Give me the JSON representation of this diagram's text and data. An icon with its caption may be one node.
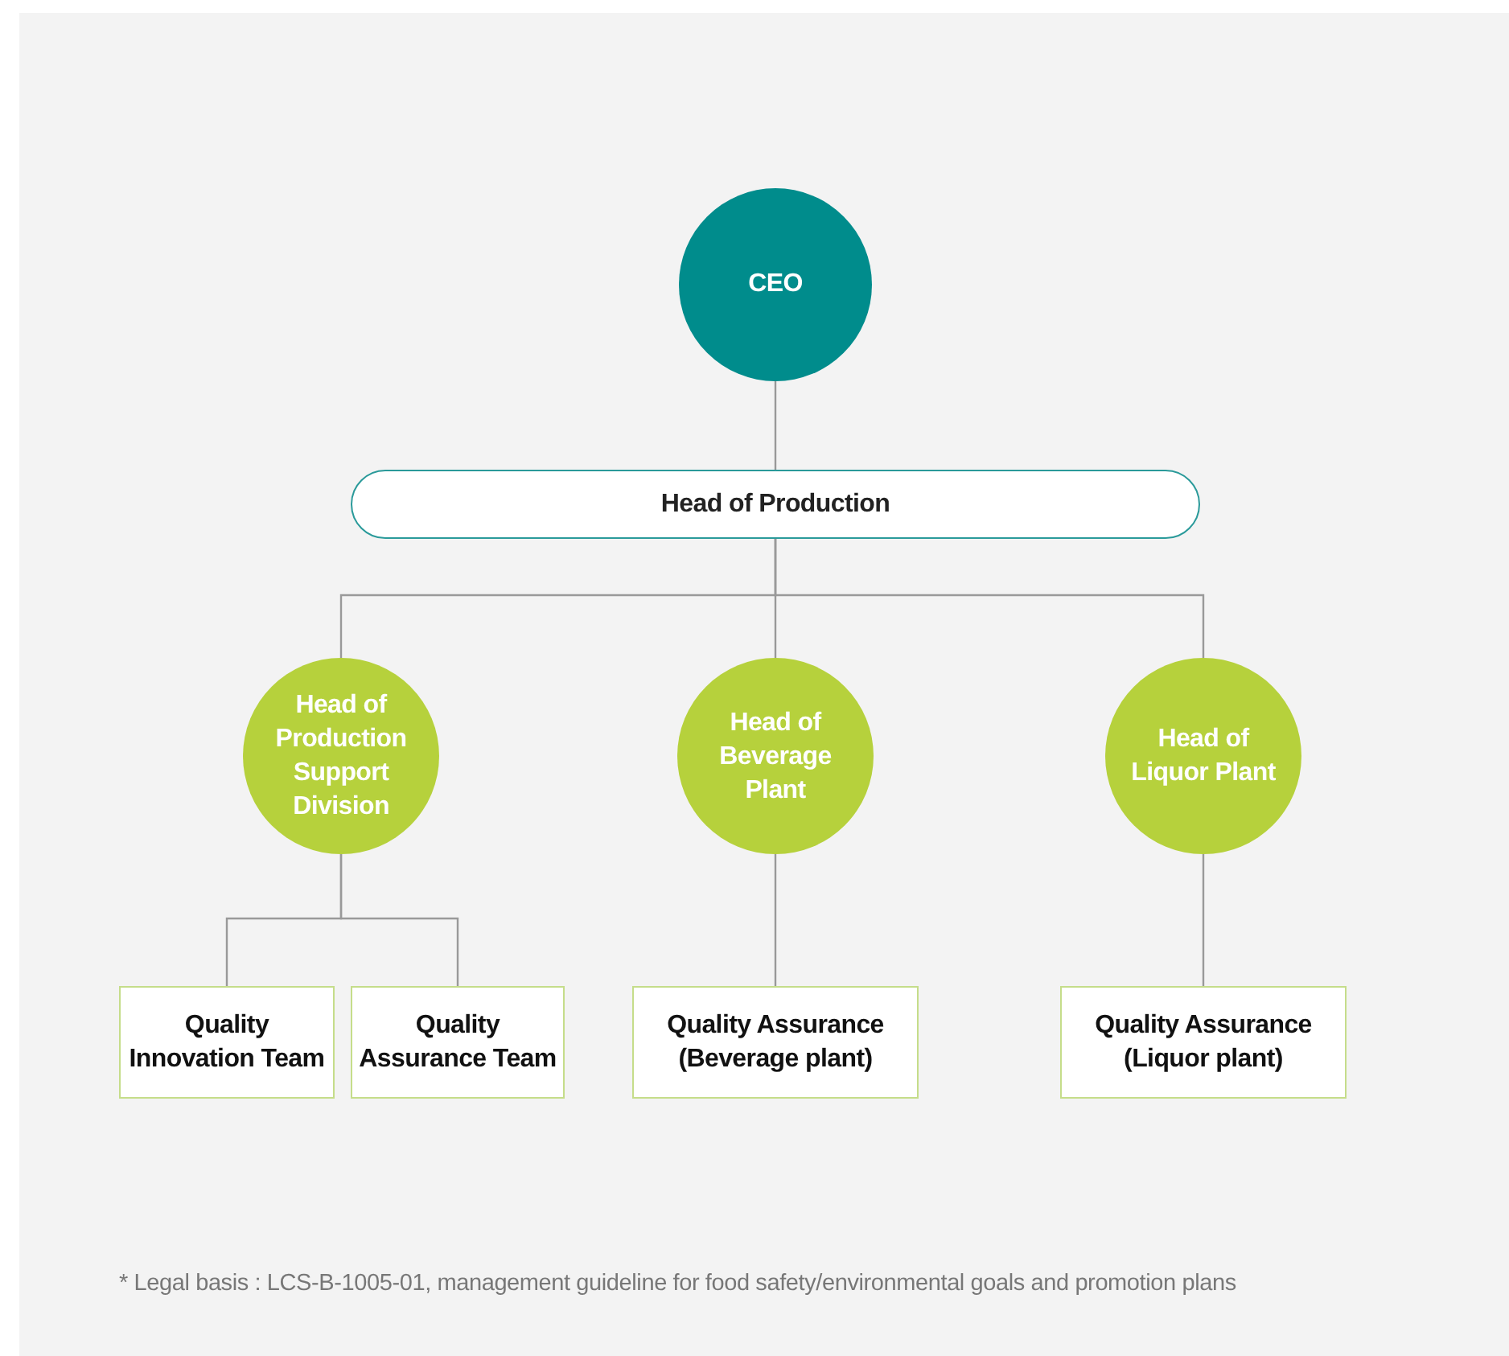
{
  "diagram": {
    "nodes": [
      {
        "text": [
          "CEO"
        ]
      },
      {
        "text": [
          "Head of Production"
        ]
      },
      {
        "text": [
          "Head of Production Support Division"
        ]
      },
      {
        "text": [
          "Head of Beverage Plant"
        ]
      },
      {
        "text": [
          "Head of Liquor Plant"
        ]
      },
      {
        "text": [
          "Quality Innovation Team"
        ]
      },
      {
        "text": [
          "Quality Assurance Team"
        ]
      },
      {
        "text": [
          "Quality Assurance (Beverage plant)"
        ]
      },
      {
        "text": [
          "Quality Assurance (Liquor plant)"
        ]
      }
    ],
    "edges": [
      {
        "from": 0,
        "to": 1,
        "arrow": "none"
      },
      {
        "from": 1,
        "to": 2,
        "arrow": "none"
      },
      {
        "from": 1,
        "to": 3,
        "arrow": "none"
      },
      {
        "from": 1,
        "to": 4,
        "arrow": "none"
      },
      {
        "from": 2,
        "to": 5,
        "arrow": "none"
      },
      {
        "from": 2,
        "to": 6,
        "arrow": "none"
      },
      {
        "from": 3,
        "to": 7,
        "arrow": "none"
      },
      {
        "from": 4,
        "to": 8,
        "arrow": "none"
      }
    ],
    "labels": [
      "* Legal basis : LCS-B-1005-01, management guideline for food safety/environmental goals and promotion plans"
    ]
  }
}
